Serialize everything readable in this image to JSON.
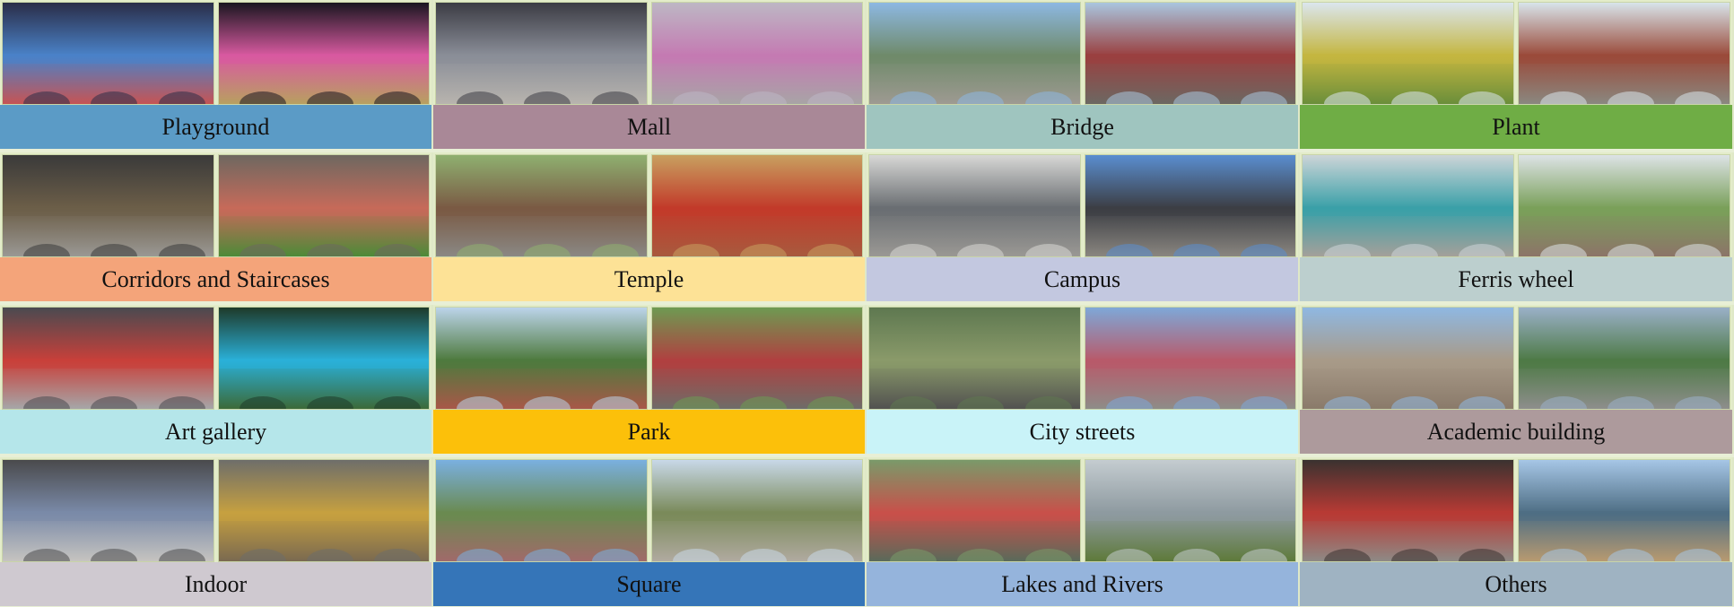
{
  "categories": [
    {
      "label": "Playground",
      "color": "#5b9bc6",
      "thumbs": [
        {
          "sky": "#2a2d48",
          "ground": "#c65454",
          "mid": "#4a82c8"
        },
        {
          "sky": "#1a1620",
          "ground": "#b8a060",
          "mid": "#d85aa0"
        }
      ]
    },
    {
      "label": "Mall",
      "color": "#a98897",
      "thumbs": [
        {
          "sky": "#3c3c44",
          "ground": "#b8b4ae",
          "mid": "#8a8e98"
        },
        {
          "sky": "#bdb7c4",
          "ground": "#a8a4a6",
          "mid": "#c47ab2"
        }
      ]
    },
    {
      "label": "Bridge",
      "color": "#9fc5bf",
      "thumbs": [
        {
          "sky": "#8db8e2",
          "ground": "#9e9a92",
          "mid": "#6f8a6a"
        },
        {
          "sky": "#a9c6df",
          "ground": "#6c6862",
          "mid": "#9a4040"
        }
      ]
    },
    {
      "label": "Plant",
      "color": "#6fad45",
      "thumbs": [
        {
          "sky": "#dbe6ee",
          "ground": "#6a8e3a",
          "mid": "#c4b640"
        },
        {
          "sky": "#d8e4ea",
          "ground": "#8a8880",
          "mid": "#9a4a3a"
        }
      ]
    },
    {
      "label": "Corridors and Staircases",
      "color": "#f4a47a",
      "thumbs": [
        {
          "sky": "#3a3a3a",
          "ground": "#9a9894",
          "mid": "#6c5e48"
        },
        {
          "sky": "#6e6860",
          "ground": "#4d8a38",
          "mid": "#c66a5a"
        }
      ]
    },
    {
      "label": "Temple",
      "color": "#fde296",
      "thumbs": [
        {
          "sky": "#8fb070",
          "ground": "#8a8884",
          "mid": "#7a5a44"
        },
        {
          "sky": "#c8a060",
          "ground": "#a85a3e",
          "mid": "#c23a2a"
        }
      ]
    },
    {
      "label": "Campus",
      "color": "#c3c8e0",
      "thumbs": [
        {
          "sky": "#d8d8d6",
          "ground": "#9a9894",
          "mid": "#6a6e72"
        },
        {
          "sky": "#5a8ed0",
          "ground": "#8a8680",
          "mid": "#3c3e44"
        }
      ]
    },
    {
      "label": "Ferris wheel",
      "color": "#bccfce",
      "thumbs": [
        {
          "sky": "#cdd5d8",
          "ground": "#a4a09a",
          "mid": "#3aa0a8"
        },
        {
          "sky": "#dde3e6",
          "ground": "#8c7468",
          "mid": "#7aa05a"
        }
      ]
    },
    {
      "label": "Art gallery",
      "color": "#b5e6ea",
      "thumbs": [
        {
          "sky": "#4a4a50",
          "ground": "#a6a6a8",
          "mid": "#c8403a"
        },
        {
          "sky": "#1e3a2a",
          "ground": "#3c6a38",
          "mid": "#2ab0d8"
        }
      ]
    },
    {
      "label": "Park",
      "color": "#fcc00a",
      "thumbs": [
        {
          "sky": "#bcd4ea",
          "ground": "#a85848",
          "mid": "#4e7a3e"
        },
        {
          "sky": "#6e9a52",
          "ground": "#6e6c68",
          "mid": "#b04040"
        }
      ]
    },
    {
      "label": "City streets",
      "color": "#c9f3f8",
      "thumbs": [
        {
          "sky": "#5e7850",
          "ground": "#525250",
          "mid": "#8a9a6a"
        },
        {
          "sky": "#7ea8d8",
          "ground": "#8e8c88",
          "mid": "#b85a6a"
        }
      ]
    },
    {
      "label": "Academic building",
      "color": "#ad9a9c",
      "thumbs": [
        {
          "sky": "#8fb8e2",
          "ground": "#8a7a6a",
          "mid": "#a89a88"
        },
        {
          "sky": "#9ab0c8",
          "ground": "#8e8e8c",
          "mid": "#4e7a46"
        }
      ]
    },
    {
      "label": "Indoor",
      "color": "#cfc9d0",
      "thumbs": [
        {
          "sky": "#4a4a4c",
          "ground": "#c6c4c0",
          "mid": "#7a8aa8"
        },
        {
          "sky": "#6e6e6a",
          "ground": "#7a6a50",
          "mid": "#c6a040"
        }
      ]
    },
    {
      "label": "Square",
      "color": "#3575b8",
      "thumbs": [
        {
          "sky": "#7ab0e0",
          "ground": "#a06a6a",
          "mid": "#6a8a50"
        },
        {
          "sky": "#c8d8e8",
          "ground": "#b0aaa0",
          "mid": "#7a8a5a"
        }
      ]
    },
    {
      "label": "Lakes and Rivers",
      "color": "#95b4dc",
      "thumbs": [
        {
          "sky": "#7a9a6a",
          "ground": "#5a6a5a",
          "mid": "#c8504a"
        },
        {
          "sky": "#c4ccd0",
          "ground": "#5e7a3a",
          "mid": "#8e9aa0"
        }
      ]
    },
    {
      "label": "Others",
      "color": "#9fb3c2",
      "thumbs": [
        {
          "sky": "#3a3230",
          "ground": "#8e8a86",
          "mid": "#b83a34"
        },
        {
          "sky": "#a6c6e6",
          "ground": "#b89a70",
          "mid": "#4e6e84"
        }
      ]
    }
  ]
}
